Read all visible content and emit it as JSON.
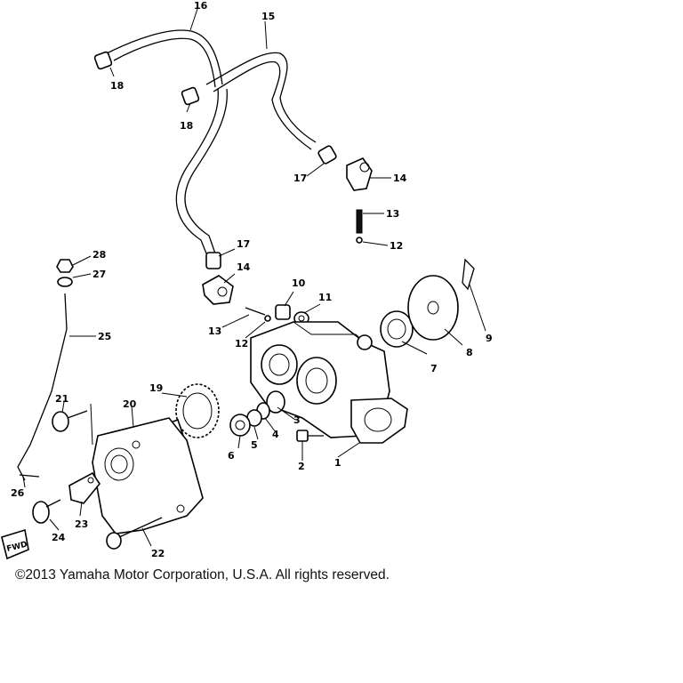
{
  "diagram": {
    "part_labels": [
      "1",
      "2",
      "3",
      "4",
      "5",
      "6",
      "7",
      "8",
      "9",
      "10",
      "11",
      "12",
      "12",
      "13",
      "13",
      "14",
      "14",
      "15",
      "16",
      "17",
      "17",
      "18",
      "18",
      "19",
      "20",
      "21",
      "22",
      "23",
      "24",
      "25",
      "26",
      "27",
      "28"
    ],
    "direction_badge": "FWD"
  },
  "footer": {
    "copyright": "©2013 Yamaha Motor Corporation, U.S.A. All rights reserved."
  }
}
